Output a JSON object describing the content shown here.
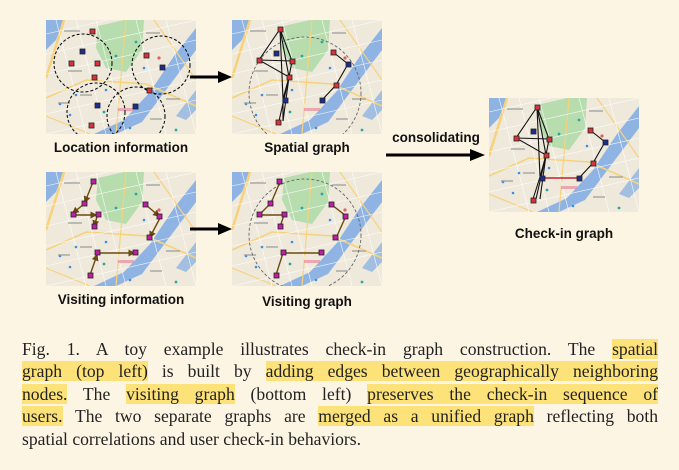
{
  "figure": {
    "panels": {
      "location_information": {
        "label": "Location information"
      },
      "spatial_graph": {
        "label": "Spatial graph"
      },
      "visiting_information": {
        "label": "Visiting information"
      },
      "visiting_graph": {
        "label": "Visiting graph"
      },
      "checkin_graph": {
        "label": "Check-in graph"
      }
    },
    "arrow_label": "consolidating",
    "colors": {
      "background": "#fdf5e4",
      "highlight": "#fde27a",
      "map_land": "#efe9dc",
      "map_park": "#b7dcae",
      "map_water": "#8fb4e3",
      "map_road": "#f7d27a",
      "node_red": "#d8343a",
      "node_blue": "#1d2d8f",
      "node_magenta": "#c21ca8",
      "edge_visiting": "#6b4a0f",
      "edge_spatial": "#111111",
      "edge_merged": "#c0222b"
    }
  },
  "caption": {
    "lines": [
      [
        {
          "text": "Fig. 1.  A toy example illustrates check-in graph construction. The ",
          "hl": false
        },
        {
          "text": "spatial",
          "hl": true
        }
      ],
      [
        {
          "text": "graph (top left)",
          "hl": true
        },
        {
          "text": " is built by ",
          "hl": false
        },
        {
          "text": "adding edges between geographically neighboring",
          "hl": true
        }
      ],
      [
        {
          "text": "nodes.",
          "hl": true
        },
        {
          "text": " The ",
          "hl": false
        },
        {
          "text": "visiting graph",
          "hl": true
        },
        {
          "text": " (bottom left) ",
          "hl": false
        },
        {
          "text": "preserves the check-in sequence of",
          "hl": true
        }
      ],
      [
        {
          "text": "users.",
          "hl": true
        },
        {
          "text": " The two separate graphs are ",
          "hl": false
        },
        {
          "text": "merged as a unified graph",
          "hl": true
        },
        {
          "text": " reflecting both",
          "hl": false
        }
      ],
      [
        {
          "text": "spatial correlations and user check-in behaviors.",
          "hl": false
        }
      ]
    ]
  }
}
